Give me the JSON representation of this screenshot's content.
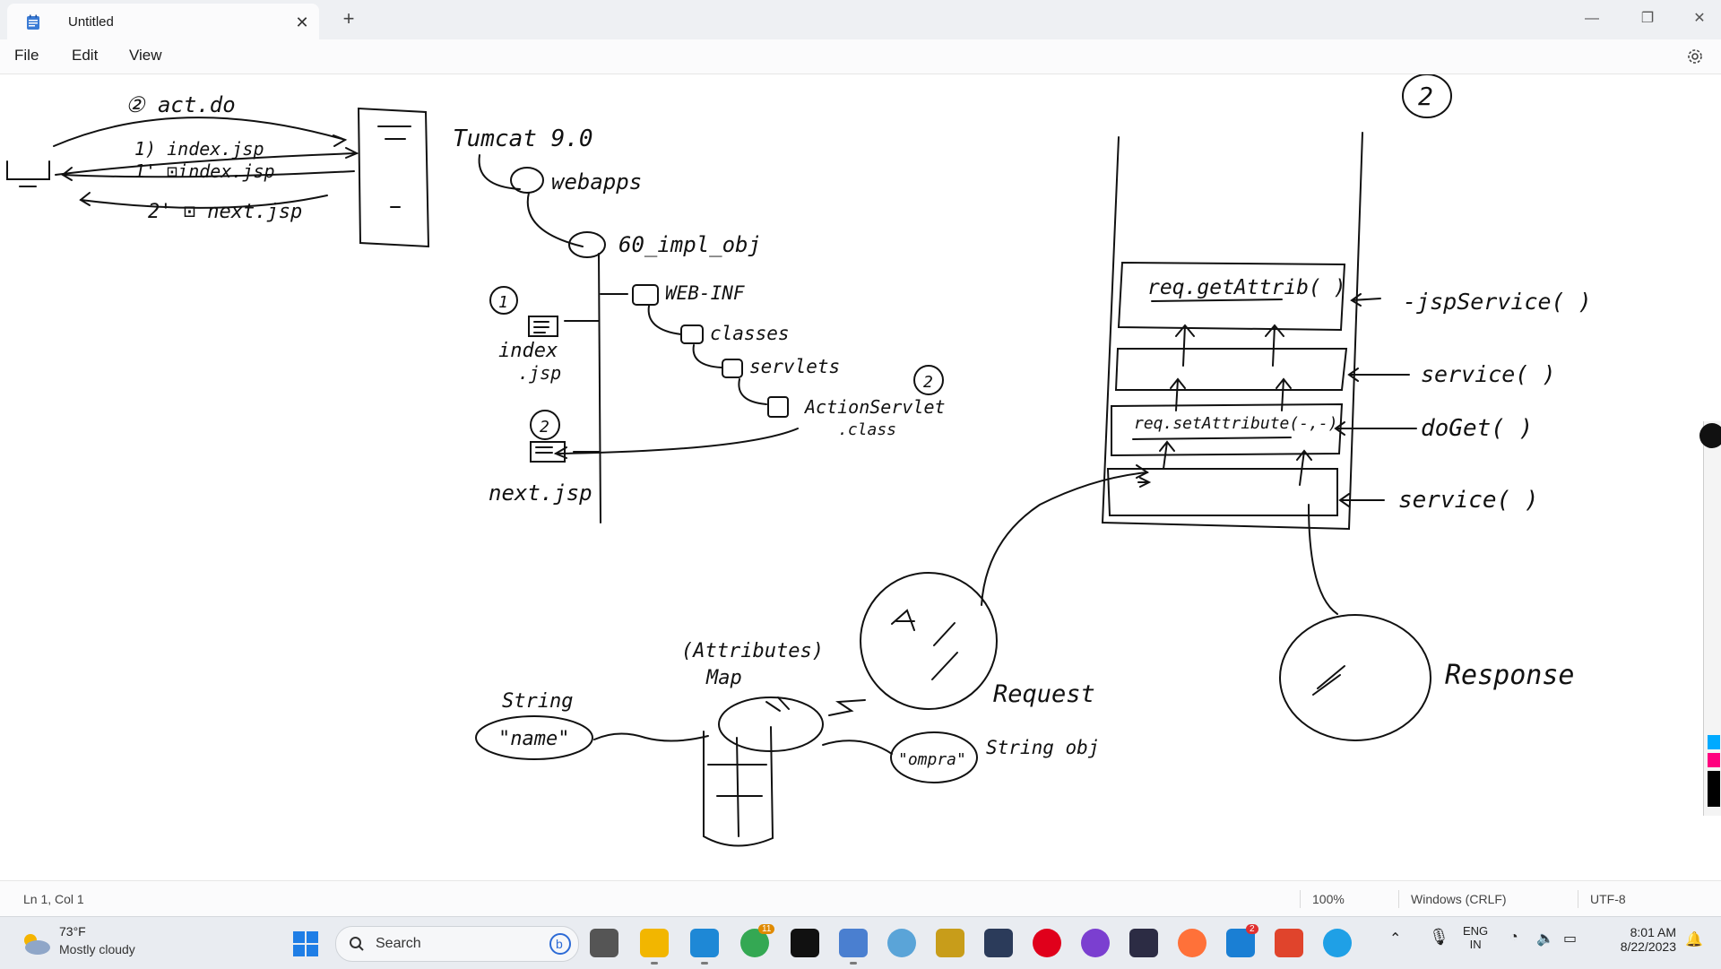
{
  "window": {
    "tab_title": "Untitled",
    "close_tab_symbol": "✕",
    "new_tab_symbol": "+",
    "minimize_symbol": "—",
    "maximize_symbol": "❐",
    "close_symbol": "✕"
  },
  "menu": {
    "file": "File",
    "edit": "Edit",
    "view": "View"
  },
  "drawing": {
    "step_top": "② act.do",
    "step_index": "1) index.jsp",
    "step_index_back": "1' ⊡index.jsp",
    "step_next": "2' ⊡ next.jsp",
    "tomcat": "Tumcat 9.0",
    "webapps": "webapps",
    "project": "60_impl_obj",
    "webinf": "WEB-INF",
    "classes": "classes",
    "servlets": "servlets",
    "action_servlet": "ActionServlet",
    "action_servlet_ext": ".class",
    "index_label": "index",
    "index_label_ext": ".jsp",
    "next_label": "next.jsp",
    "num_1": "1",
    "num_2": "2",
    "num_2b": "2",
    "corner_2": "2",
    "req_get": "req.getAttrib( )",
    "req_set": "req.setAttribute(-,-)",
    "jsp_service": "-jspService( )",
    "service1": "service( )",
    "doget": "doGet( )",
    "service2": "service( )",
    "attribute_map_1": "(Attributes)",
    "attribute_map_2": "Map",
    "string_label": "String",
    "name_label": "\"name\"",
    "ompra_label": "\"ompra\"",
    "string_obj": "String obj",
    "request_label": "Request",
    "response_label": "Response"
  },
  "statusbar": {
    "position": "Ln 1, Col 1",
    "zoom": "100%",
    "line_ending": "Windows (CRLF)",
    "encoding": "UTF-8"
  },
  "taskbar": {
    "weather_temp": "73°F",
    "weather_desc": "Mostly cloudy",
    "search_label": "Search",
    "lang_top": "ENG",
    "lang_bottom": "IN",
    "time": "8:01 AM",
    "date": "8/22/2023",
    "chrome_badge": "11",
    "w_badge": "2"
  }
}
